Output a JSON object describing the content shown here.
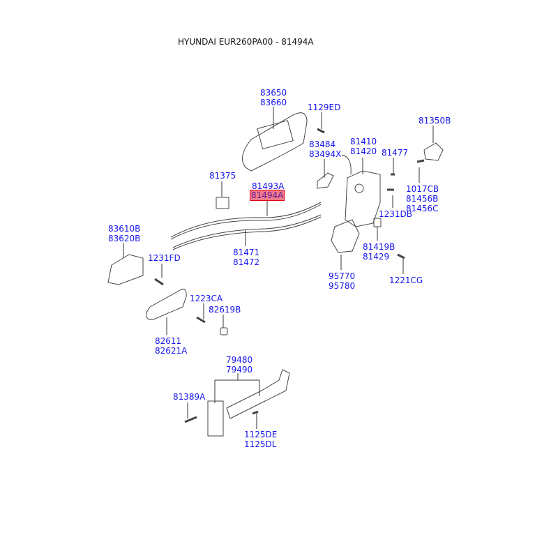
{
  "title": "HYUNDAI EUR260PA00 - 81494A",
  "highlight_color": "#f07a8a",
  "label_color": "#1515ee",
  "callouts": {
    "outside_handle": [
      "83650",
      "83660"
    ],
    "bolt_1129ED": [
      "1129ED"
    ],
    "bracket_81350B": [
      "81350B"
    ],
    "rod_clip": [
      "83484",
      "83494X"
    ],
    "latch": [
      "81410",
      "81420"
    ],
    "screw_81477": [
      "81477"
    ],
    "clip_81375": [
      "81375"
    ],
    "cable_upper": [
      "81493A"
    ],
    "cable_selected": [
      "81494A"
    ],
    "striker": [
      "1017CB",
      "81456B",
      "81456C"
    ],
    "screw_1231DB": [
      "1231DB"
    ],
    "inside_handle_outer": [
      "83610B",
      "83620B"
    ],
    "cable_lower": [
      "81471",
      "81472"
    ],
    "bumper": [
      "81419B",
      "81429"
    ],
    "screw_1231FD": [
      "1231FD"
    ],
    "actuator": [
      "95770",
      "95780"
    ],
    "screw_1221CG": [
      "1221CG"
    ],
    "screw_1223CA": [
      "1223CA"
    ],
    "cap_82619B": [
      "82619B"
    ],
    "inside_handle": [
      "82611",
      "82621A"
    ],
    "door_checker": [
      "79480",
      "79490"
    ],
    "bolt_81389A": [
      "81389A"
    ],
    "bolt_1125": [
      "1125DE",
      "1125DL"
    ]
  }
}
